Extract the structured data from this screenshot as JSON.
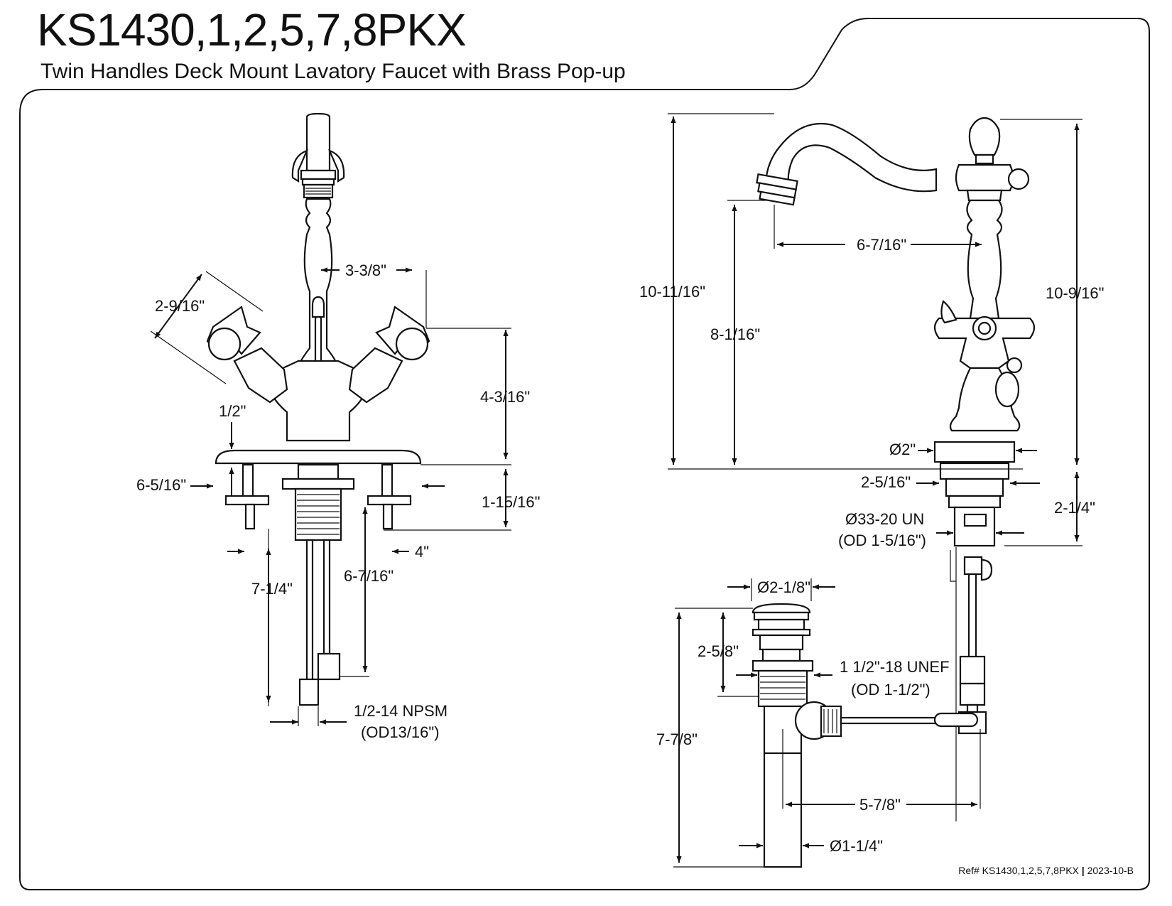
{
  "header": {
    "model": "KS1430,1,2,5,7,8PKX",
    "description": "Twin Handles Deck Mount Lavatory Faucet with Brass Pop-up"
  },
  "front_view": {
    "dims": {
      "handle_size": "2-9/16\"",
      "handle_offset": "3-3/8\"",
      "handle_height": "4-3/16\"",
      "plate_thickness": "1/2\"",
      "plate_width": "6-5/16\"",
      "shank_length": "1-15/16\"",
      "spacing": "4\"",
      "inlet_depth_inner": "6-7/16\"",
      "inlet_depth_outer": "7-1/4\"",
      "inlet_thread": "1/2-14 NPSM",
      "inlet_od": "(OD13/16\")"
    }
  },
  "side_view": {
    "dims": {
      "total_height": "10-11/16\"",
      "spout_height": "8-1/16\"",
      "spout_reach": "6-7/16\"",
      "body_height": "10-9/16\"",
      "base_diameter": "Ø2\"",
      "shank_width": "2-5/16\"",
      "shank_length": "2-1/4\"",
      "shank_thread": "Ø33-20 UN",
      "shank_od": "(OD 1-5/16\")"
    }
  },
  "drain": {
    "dims": {
      "flange_diameter": "Ø2-1/8\"",
      "top_height": "2-5/8\"",
      "thread": "1 1/2\"-18 UNEF",
      "thread_od": "(OD 1-1/2\")",
      "total_height": "7-7/8\"",
      "rod_distance": "5-7/8\"",
      "tail_diameter": "Ø1-1/4\""
    }
  },
  "footer": {
    "ref_label": "Ref# KS1430,1,2,5,7,8PKX",
    "separator": "|",
    "revision": "2023-10-B"
  }
}
